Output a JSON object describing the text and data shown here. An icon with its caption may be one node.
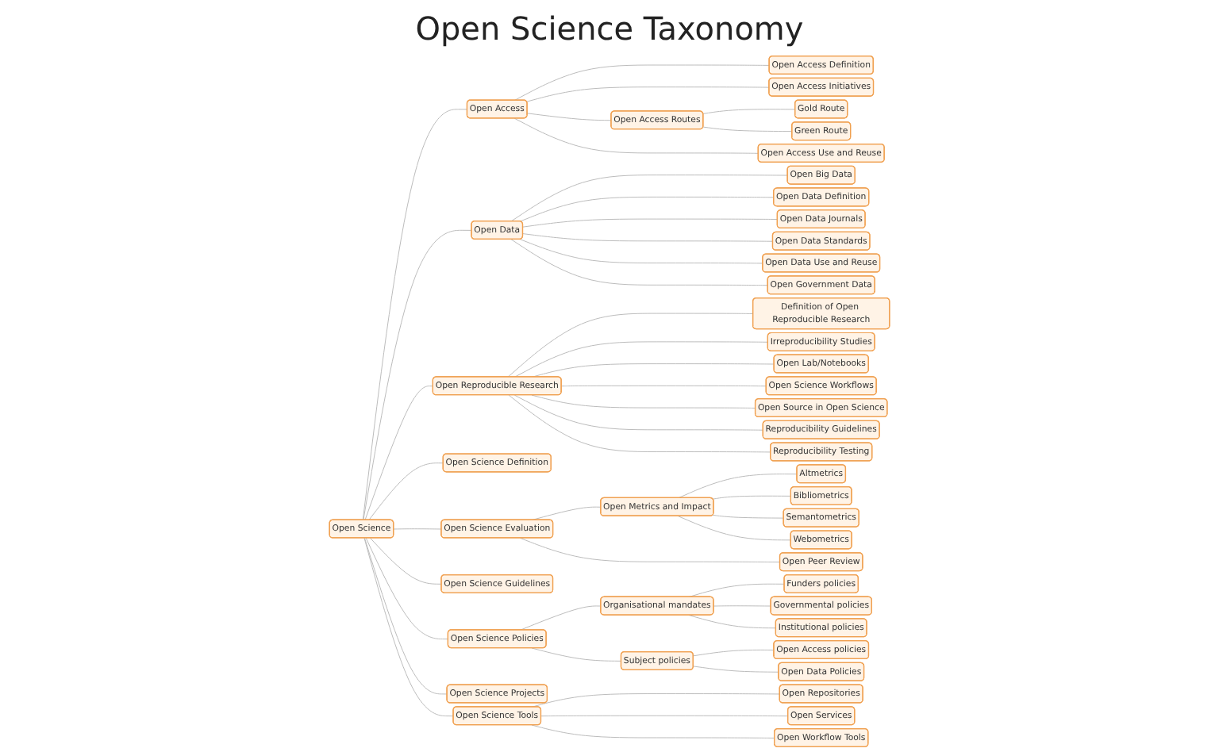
{
  "diagram": {
    "title": "Open Science Taxonomy",
    "nodes": [
      {
        "text": [
          "Open Science"
        ]
      },
      {
        "text": [
          "Open Access"
        ]
      },
      {
        "text": [
          "Open Access Definition"
        ]
      },
      {
        "text": [
          "Open Access Initiatives"
        ]
      },
      {
        "text": [
          "Open Access Routes"
        ]
      },
      {
        "text": [
          "Gold Route"
        ]
      },
      {
        "text": [
          "Green Route"
        ]
      },
      {
        "text": [
          "Open Access Use and Reuse"
        ]
      },
      {
        "text": [
          "Open Data"
        ]
      },
      {
        "text": [
          "Open Big Data"
        ]
      },
      {
        "text": [
          "Open Data Definition"
        ]
      },
      {
        "text": [
          "Open Data Journals"
        ]
      },
      {
        "text": [
          "Open Data Standards"
        ]
      },
      {
        "text": [
          "Open Data Use and Reuse"
        ]
      },
      {
        "text": [
          "Open Government Data"
        ]
      },
      {
        "text": [
          "Open Reproducible Research"
        ]
      },
      {
        "text": [
          "Definition of Open Reproducible Research"
        ]
      },
      {
        "text": [
          "Irreproducibility Studies"
        ]
      },
      {
        "text": [
          "Open Lab/Notebooks"
        ]
      },
      {
        "text": [
          "Open Science Workflows"
        ]
      },
      {
        "text": [
          "Open Source in Open Science"
        ]
      },
      {
        "text": [
          "Reproducibility Guidelines"
        ]
      },
      {
        "text": [
          "Reproducibility Testing"
        ]
      },
      {
        "text": [
          "Open Science Definition"
        ]
      },
      {
        "text": [
          "Open Science Evaluation"
        ]
      },
      {
        "text": [
          "Open Metrics and Impact"
        ]
      },
      {
        "text": [
          "Altmetrics"
        ]
      },
      {
        "text": [
          "Bibliometrics"
        ]
      },
      {
        "text": [
          "Semantometrics"
        ]
      },
      {
        "text": [
          "Webometrics"
        ]
      },
      {
        "text": [
          "Open Peer Review"
        ]
      },
      {
        "text": [
          "Open Science Guidelines"
        ]
      },
      {
        "text": [
          "Open Science Policies"
        ]
      },
      {
        "text": [
          "Organisational mandates"
        ]
      },
      {
        "text": [
          "Funders policies"
        ]
      },
      {
        "text": [
          "Governmental policies"
        ]
      },
      {
        "text": [
          "Institutional policies"
        ]
      },
      {
        "text": [
          "Subject policies"
        ]
      },
      {
        "text": [
          "Open Access policies"
        ]
      },
      {
        "text": [
          "Open Data Policies"
        ]
      },
      {
        "text": [
          "Open Science Projects"
        ]
      },
      {
        "text": [
          "Open Science Tools"
        ]
      },
      {
        "text": [
          "Open Repositories"
        ]
      },
      {
        "text": [
          "Open Services"
        ]
      },
      {
        "text": [
          "Open Workflow Tools"
        ]
      }
    ],
    "edges": [
      {
        "from": 0,
        "to": 1,
        "arrow": "none"
      },
      {
        "from": 1,
        "to": 2,
        "arrow": "none"
      },
      {
        "from": 1,
        "to": 3,
        "arrow": "none"
      },
      {
        "from": 1,
        "to": 4,
        "arrow": "none"
      },
      {
        "from": 4,
        "to": 5,
        "arrow": "none"
      },
      {
        "from": 4,
        "to": 6,
        "arrow": "none"
      },
      {
        "from": 1,
        "to": 7,
        "arrow": "none"
      },
      {
        "from": 0,
        "to": 8,
        "arrow": "none"
      },
      {
        "from": 8,
        "to": 9,
        "arrow": "none"
      },
      {
        "from": 8,
        "to": 10,
        "arrow": "none"
      },
      {
        "from": 8,
        "to": 11,
        "arrow": "none"
      },
      {
        "from": 8,
        "to": 12,
        "arrow": "none"
      },
      {
        "from": 8,
        "to": 13,
        "arrow": "none"
      },
      {
        "from": 8,
        "to": 14,
        "arrow": "none"
      },
      {
        "from": 0,
        "to": 15,
        "arrow": "none"
      },
      {
        "from": 15,
        "to": 16,
        "arrow": "none"
      },
      {
        "from": 15,
        "to": 17,
        "arrow": "none"
      },
      {
        "from": 15,
        "to": 18,
        "arrow": "none"
      },
      {
        "from": 15,
        "to": 19,
        "arrow": "none"
      },
      {
        "from": 15,
        "to": 20,
        "arrow": "none"
      },
      {
        "from": 15,
        "to": 21,
        "arrow": "none"
      },
      {
        "from": 15,
        "to": 22,
        "arrow": "none"
      },
      {
        "from": 0,
        "to": 23,
        "arrow": "none"
      },
      {
        "from": 0,
        "to": 24,
        "arrow": "none"
      },
      {
        "from": 24,
        "to": 25,
        "arrow": "none"
      },
      {
        "from": 25,
        "to": 26,
        "arrow": "none"
      },
      {
        "from": 25,
        "to": 27,
        "arrow": "none"
      },
      {
        "from": 25,
        "to": 28,
        "arrow": "none"
      },
      {
        "from": 25,
        "to": 29,
        "arrow": "none"
      },
      {
        "from": 24,
        "to": 30,
        "arrow": "none"
      },
      {
        "from": 0,
        "to": 31,
        "arrow": "none"
      },
      {
        "from": 0,
        "to": 32,
        "arrow": "none"
      },
      {
        "from": 32,
        "to": 33,
        "arrow": "none"
      },
      {
        "from": 33,
        "to": 34,
        "arrow": "none"
      },
      {
        "from": 33,
        "to": 35,
        "arrow": "none"
      },
      {
        "from": 33,
        "to": 36,
        "arrow": "none"
      },
      {
        "from": 32,
        "to": 37,
        "arrow": "none"
      },
      {
        "from": 37,
        "to": 38,
        "arrow": "none"
      },
      {
        "from": 37,
        "to": 39,
        "arrow": "none"
      },
      {
        "from": 0,
        "to": 40,
        "arrow": "none"
      },
      {
        "from": 0,
        "to": 41,
        "arrow": "none"
      },
      {
        "from": 41,
        "to": 42,
        "arrow": "none"
      },
      {
        "from": 41,
        "to": 43,
        "arrow": "none"
      },
      {
        "from": 41,
        "to": 44,
        "arrow": "none"
      }
    ]
  }
}
